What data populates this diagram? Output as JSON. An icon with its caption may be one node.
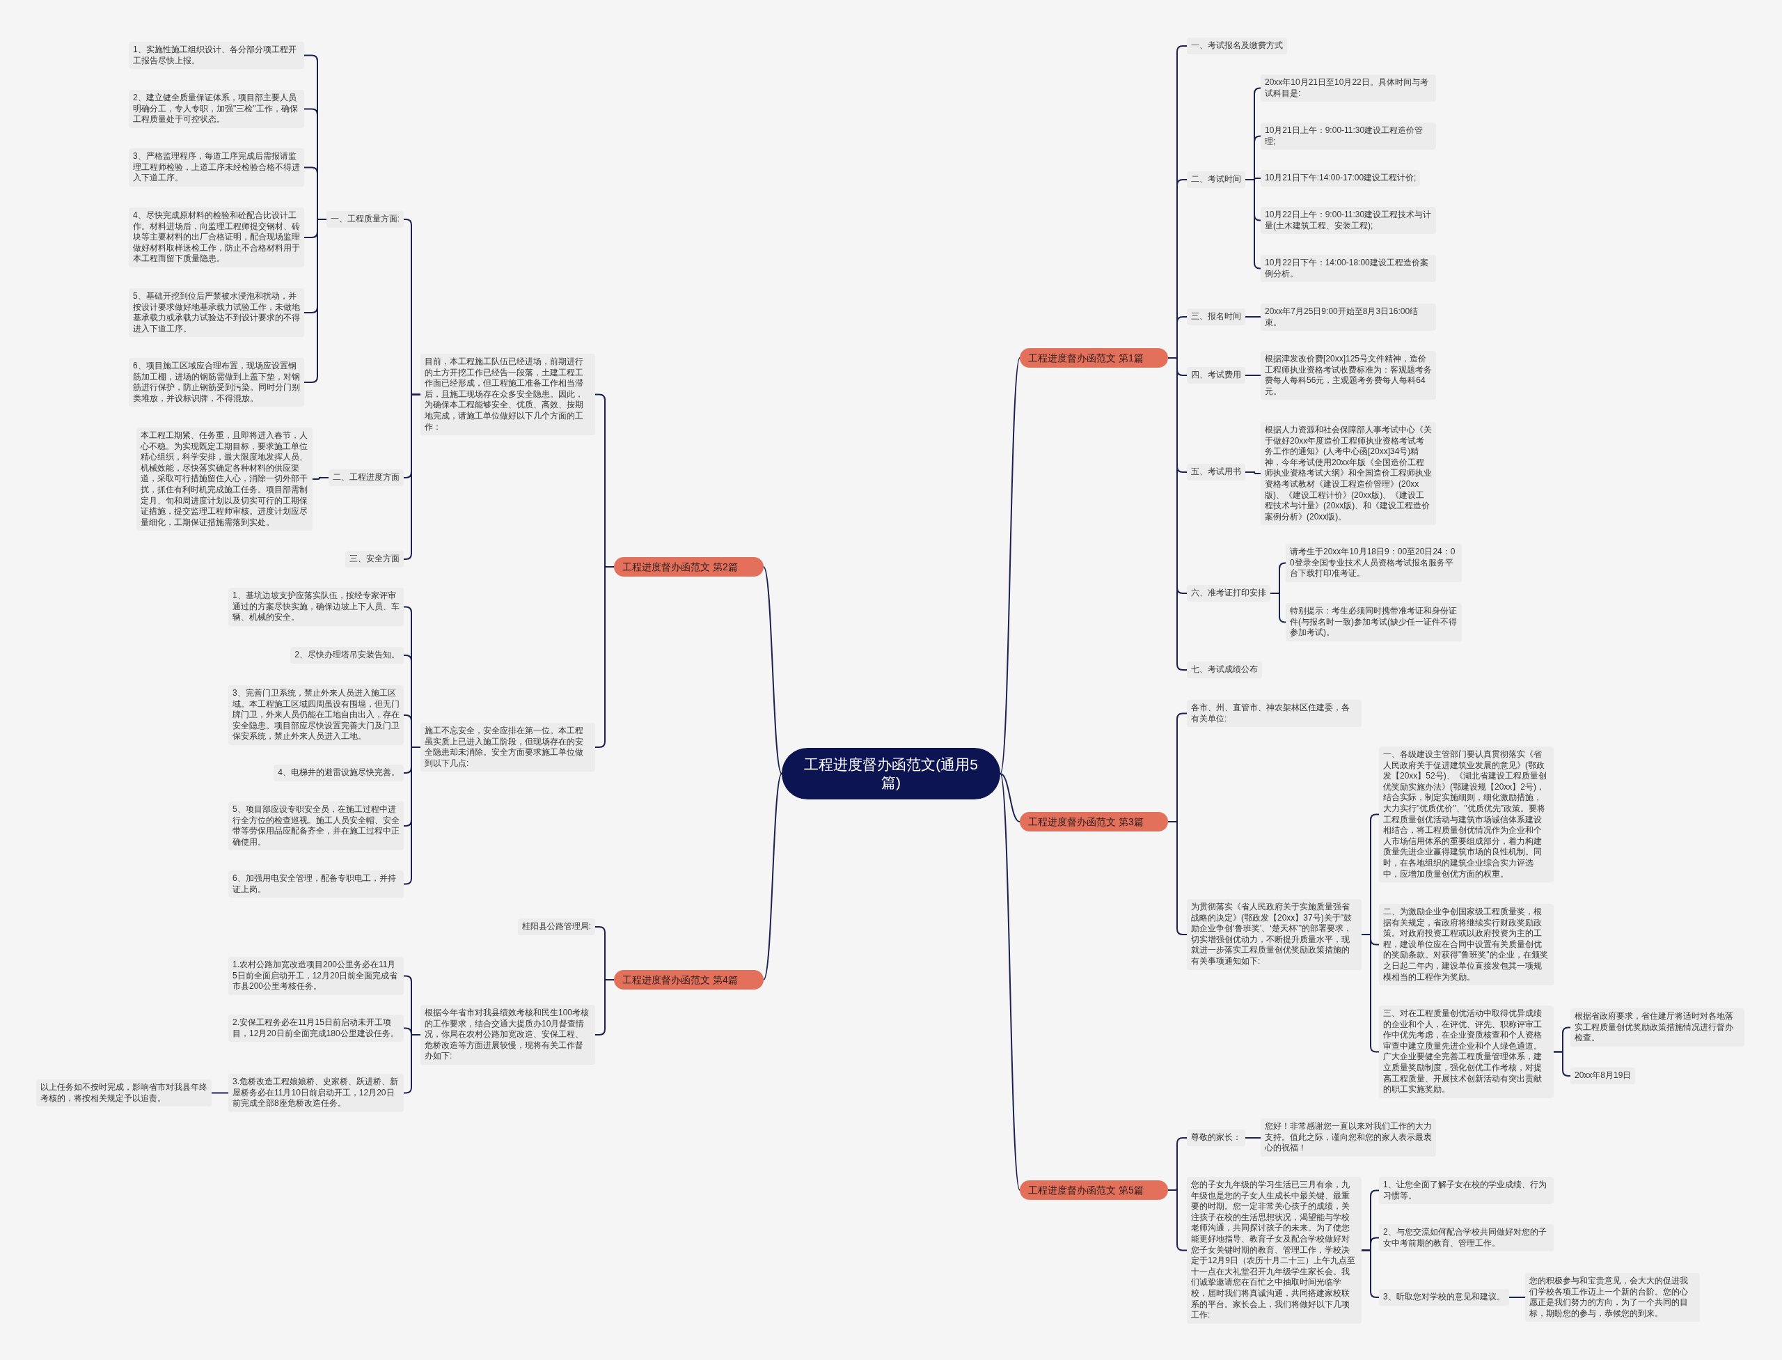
{
  "diagram": {
    "nodes": [
      {
        "text": [
          "工程进度督办函范文(通用5篇)"
        ]
      },
      {
        "text": [
          "工程进度督办函范文 第1篇"
        ]
      },
      {
        "text": [
          "一、考试报名及缴费方式"
        ]
      },
      {
        "text": [
          "二、考试时间"
        ]
      },
      {
        "text": [
          "20xx年10月21日至10月22日。具体时间与考试科目是:"
        ]
      },
      {
        "text": [
          "10月21日上午：9:00-11:30建设工程造价管理;"
        ]
      },
      {
        "text": [
          "10月21日下午:14:00-17:00建设工程计价;"
        ]
      },
      {
        "text": [
          "10月22日上午：9:00-11:30建设工程技术与计量(土木建筑工程、安装工程);"
        ]
      },
      {
        "text": [
          "10月22日下午：14:00-18:00建设工程造价案例分析。"
        ]
      },
      {
        "text": [
          "三、报名时间"
        ]
      },
      {
        "text": [
          "20xx年7月25日9:00开始至8月3日16:00结束。"
        ]
      },
      {
        "text": [
          "四、考试费用"
        ]
      },
      {
        "text": [
          "根据津发改价费[20xx]125号文件精神，造价工程师执业资格考试收费标准为：客观题考务费每人每科56元，主观题考务费每人每科64元。"
        ]
      },
      {
        "text": [
          "五、考试用书"
        ]
      },
      {
        "text": [
          "根据人力资源和社会保障部人事考试中心《关于做好20xx年度造价工程师执业资格考试考务工作的通知》(人考中心函[20xx]34号)精神，今年考试使用20xx年版《全国造价工程师执业资格考试大纲》和全国造价工程师执业资格考试教材《建设工程造价管理》(20xx版)、《建设工程计价》(20xx版)、《建设工程技术与计量》(20xx版)、和《建设工程造价案例分析》(20xx版)。"
        ]
      },
      {
        "text": [
          "六、准考证打印安排"
        ]
      },
      {
        "text": [
          "请考生于20xx年10月18日9：00至20日24：00登录全国专业技术人员资格考试报名服务平台下载打印准考证。"
        ]
      },
      {
        "text": [
          "特别提示：考生必须同时携带准考证和身份证件(与报名时一致)参加考试(缺少任一证件不得参加考试)。"
        ]
      },
      {
        "text": [
          "七、考试成绩公布"
        ]
      },
      {
        "text": [
          "工程进度督办函范文 第2篇"
        ]
      },
      {
        "text": [
          "目前，本工程施工队伍已经进场，前期进行的土方开挖工作已经告一段落，土建工程工作面已经形成，但工程施工准备工作相当滞后，且施工现场存在众多安全隐患。因此，为确保本工程能够安全、优质、高效、按期地完成，请施工单位做好以下几个方面的工作："
        ]
      },
      {
        "text": [
          "一、工程质量方面:"
        ]
      },
      {
        "text": [
          "1、实施性施工组织设计、各分部分项工程开工报告尽快上报。"
        ]
      },
      {
        "text": [
          "2、建立健全质量保证体系，项目部主要人员明确分工，专人专职，加强\"三检\"工作，确保工程质量处于可控状态。"
        ]
      },
      {
        "text": [
          "3、严格监理程序，每道工序完成后需报请监理工程师检验，上道工序未经检验合格不得进入下道工序。"
        ]
      },
      {
        "text": [
          "4、尽快完成原材料的检验和砼配合比设计工作。材料进场后，向监理工程师提交钢材、砖块等主要材料的出厂合格证明，配合现场监理做好材料取样送检工作，防止不合格材料用于本工程而留下质量隐患。"
        ]
      },
      {
        "text": [
          "5、基础开挖到位后严禁被水浸泡和扰动，并按设计要求做好地基承载力试验工作，未做地基承载力或承载力试验达不到设计要求的不得进入下道工序。"
        ]
      },
      {
        "text": [
          "6、项目施工区域应合理布置，现场应设置钢筋加工棚，进场的钢筋需做到上盖下垫，对钢筋进行保护，防止钢筋受到污染。同时分门别类堆放，并设标识牌，不得混放。"
        ]
      },
      {
        "text": [
          "二、工程进度方面"
        ]
      },
      {
        "text": [
          "本工程工期紧、任务重，且即将进入春节，人心不稳。为实现既定工期目标，要求施工单位精心组织，科学安排，最大限度地发挥人员、机械效能，尽快落实确定各种材料的供应渠道，采取可行措施留住人心，消除一切外部干扰，抓住有利时机完成施工任务。项目部需制定月、旬和周进度计划以及切实可行的工期保证措施，提交监理工程师审核。进度计划应尽量细化，工期保证措施需落到实处。"
        ]
      },
      {
        "text": [
          "三、安全方面"
        ]
      },
      {
        "text": [
          "施工不忘安全，安全应排在第一位。本工程虽实质上已进入施工阶段，但现场存在的安全隐患却未消除。安全方面要求施工单位做到以下几点:"
        ]
      },
      {
        "text": [
          "1、基坑边坡支护应落实队伍，按经专家评审通过的方案尽快实施，确保边坡上下人员、车辆、机械的安全。"
        ]
      },
      {
        "text": [
          "2、尽快办理塔吊安装告知。"
        ]
      },
      {
        "text": [
          "3、完善门卫系统，禁止外来人员进入施工区域。本工程施工区域四周虽设有围墙，但无门牌门卫，外来人员仍能在工地自由出入，存在安全隐患。项目部应尽快设置完善大门及门卫保安系统，禁止外来人员进入工地。"
        ]
      },
      {
        "text": [
          "4、电梯井的避雷设施尽快完善。"
        ]
      },
      {
        "text": [
          "5、项目部应设专职安全员，在施工过程中进行全方位的检查巡视。施工人员安全帽、安全带等劳保用品应配备齐全，并在施工过程中正确使用。"
        ]
      },
      {
        "text": [
          "6、加强用电安全管理，配备专职电工，并持证上岗。"
        ]
      },
      {
        "text": [
          "工程进度督办函范文 第3篇"
        ]
      },
      {
        "text": [
          "各市、州、直管市、神农架林区住建委，各有关单位:"
        ]
      },
      {
        "text": [
          "为贯彻落实《省人民政府关于实施质量强省战略的决定》(鄂政发【20xx】37号)关于\"鼓励企业争创‘鲁班奖’、‘楚天杯’\"的部署要求，切实增强创优动力，不断提升质量水平，现就进一步落实工程质量创优奖励政策措施的有关事项通知如下:"
        ]
      },
      {
        "text": [
          "一、各级建设主管部门要认真贯彻落实《省人民政府关于促进建筑业发展的意见》(鄂政发【20xx】52号)、《湖北省建设工程质量创优奖励实施办法》(鄂建设规【20xx】2号)，结合实际，制定实施细则，细化激励措施，大力实行\"优质优价\"、\"优质优先\"政策。要将工程质量创优活动与建筑市场诚信体系建设相结合，将工程质量创优情况作为企业和个人市场信用体系的重要组成部分，着力构建质量先进企业赢得建筑市场的良性机制。同时，在各地组织的建筑企业综合实力评选中，应增加质量创优方面的权重。"
        ]
      },
      {
        "text": [
          "二、为激励企业争创国家级工程质量奖，根据有关规定，省政府将继续实行财政奖励政策。对政府投资工程或以政府投资为主的工程，建设单位应在合同中设置有关质量创优的奖励条款。对获得\"鲁班奖\"的企业，在颁奖之日起二年内，建设单位直接发包其一项规模相当的工程作为奖励。"
        ]
      },
      {
        "text": [
          "三、对在工程质量创优活动中取得优异成绩的企业和个人，在评优、评先、职称评审工作中优先考虑，在企业资质核查和个人资格审查中建立质量先进企业和个人绿色通道。广大企业要健全完善工程质量管理体系，建立质量奖励制度，强化创优工作考核，对提高工程质量、开展技术创新活动有突出贡献的职工实施奖励。"
        ]
      },
      {
        "text": [
          "根据省政府要求，省住建厅将适时对各地落实工程质量创优奖励政策措施情况进行督办检查。"
        ]
      },
      {
        "text": [
          "20xx年8月19日"
        ]
      },
      {
        "text": [
          "工程进度督办函范文 第4篇"
        ]
      },
      {
        "text": [
          "桂阳县公路管理局:"
        ]
      },
      {
        "text": [
          "根据今年省市对我县绩效考核和民生100考核的工作要求，结合交通大提质办10月督查情况，你局在农村公路加宽改造、安保工程、危桥改造等方面进展较慢，现将有关工作督办如下:"
        ]
      },
      {
        "text": [
          "1.农村公路加宽改造项目200公里务必在11月5日前全面启动开工，12月20日前全面完成省市县200公里考核任务。"
        ]
      },
      {
        "text": [
          "2.安保工程务必在11月15日前启动未开工项目，12月20日前全面完成180公里建设任务。"
        ]
      },
      {
        "text": [
          "3.危桥改造工程娘娘桥、史家桥、跃进桥、新屋桥务必在11月10日前启动开工，12月20日前完成全部8座危桥改造任务。"
        ]
      },
      {
        "text": [
          "以上任务如不按时完成，影响省市对我县年终考核的，将按相关规定予以追责。"
        ]
      },
      {
        "text": [
          "工程进度督办函范文 第5篇"
        ]
      },
      {
        "text": [
          "尊敬的家长："
        ]
      },
      {
        "text": [
          "您好！非常感谢您一直以来对我们工作的大力支持。值此之际，谨向您和您的家人表示最衷心的祝福！"
        ]
      },
      {
        "text": [
          "您的子女九年级的学习生活已三月有余，九年级也是您的子女人生成长中最关键、最重要的时期。您一定非常关心孩子的成绩，关注孩子在校的生活思想状况，渴望能与学校老师沟通，共同探讨孩子的未来。为了使您能更好地指导、教育子女及配合学校做好对您子女关键时期的教育、管理工作，学校决定于12月9日（农历十月二十三）上午九点至十一点在大礼堂召开九年级学生家长会。我们诚挚邀请您在百忙之中抽取时间光临学校，届时我们将真诚沟通，共同搭建家校联系的平台。家长会上，我们将做好以下几项工作:"
        ]
      },
      {
        "text": [
          "1、让您全面了解子女在校的学业成绩、行为习惯等。"
        ]
      },
      {
        "text": [
          "2、与您交流如何配合学校共同做好对您的子女中考前期的教育、管理工作。"
        ]
      },
      {
        "text": [
          "3、听取您对学校的意见和建议。"
        ]
      },
      {
        "text": [
          "您的积极参与和宝贵意见，会大大的促进我们学校各项工作迈上一个新的台阶。您的心愿正是我们努力的方向，为了一个共同的目标，期盼您的参与，恭候您的到来。"
        ]
      }
    ],
    "edges": [
      {
        "from": 0,
        "to": 1,
        "arrow": "none"
      },
      {
        "from": 0,
        "to": 19,
        "arrow": "none"
      },
      {
        "from": 0,
        "to": 38,
        "arrow": "none"
      },
      {
        "from": 0,
        "to": 46,
        "arrow": "none"
      },
      {
        "from": 0,
        "to": 53,
        "arrow": "none"
      },
      {
        "from": 1,
        "to": 2,
        "arrow": "none"
      },
      {
        "from": 1,
        "to": 3,
        "arrow": "none"
      },
      {
        "from": 3,
        "to": 4,
        "arrow": "none"
      },
      {
        "from": 3,
        "to": 5,
        "arrow": "none"
      },
      {
        "from": 3,
        "to": 6,
        "arrow": "none"
      },
      {
        "from": 3,
        "to": 7,
        "arrow": "none"
      },
      {
        "from": 3,
        "to": 8,
        "arrow": "none"
      },
      {
        "from": 1,
        "to": 9,
        "arrow": "none"
      },
      {
        "from": 9,
        "to": 10,
        "arrow": "none"
      },
      {
        "from": 1,
        "to": 11,
        "arrow": "none"
      },
      {
        "from": 11,
        "to": 12,
        "arrow": "none"
      },
      {
        "from": 1,
        "to": 13,
        "arrow": "none"
      },
      {
        "from": 13,
        "to": 14,
        "arrow": "none"
      },
      {
        "from": 1,
        "to": 15,
        "arrow": "none"
      },
      {
        "from": 15,
        "to": 16,
        "arrow": "none"
      },
      {
        "from": 15,
        "to": 17,
        "arrow": "none"
      },
      {
        "from": 1,
        "to": 18,
        "arrow": "none"
      },
      {
        "from": 19,
        "to": 20,
        "arrow": "none"
      },
      {
        "from": 20,
        "to": 21,
        "arrow": "none"
      },
      {
        "from": 21,
        "to": 22,
        "arrow": "none"
      },
      {
        "from": 21,
        "to": 23,
        "arrow": "none"
      },
      {
        "from": 21,
        "to": 24,
        "arrow": "none"
      },
      {
        "from": 21,
        "to": 25,
        "arrow": "none"
      },
      {
        "from": 21,
        "to": 26,
        "arrow": "none"
      },
      {
        "from": 21,
        "to": 27,
        "arrow": "none"
      },
      {
        "from": 20,
        "to": 28,
        "arrow": "none"
      },
      {
        "from": 28,
        "to": 29,
        "arrow": "none"
      },
      {
        "from": 20,
        "to": 30,
        "arrow": "none"
      },
      {
        "from": 19,
        "to": 31,
        "arrow": "none"
      },
      {
        "from": 31,
        "to": 32,
        "arrow": "none"
      },
      {
        "from": 31,
        "to": 33,
        "arrow": "none"
      },
      {
        "from": 31,
        "to": 34,
        "arrow": "none"
      },
      {
        "from": 31,
        "to": 35,
        "arrow": "none"
      },
      {
        "from": 31,
        "to": 36,
        "arrow": "none"
      },
      {
        "from": 31,
        "to": 37,
        "arrow": "none"
      },
      {
        "from": 38,
        "to": 39,
        "arrow": "none"
      },
      {
        "from": 38,
        "to": 40,
        "arrow": "none"
      },
      {
        "from": 40,
        "to": 41,
        "arrow": "none"
      },
      {
        "from": 40,
        "to": 42,
        "arrow": "none"
      },
      {
        "from": 40,
        "to": 43,
        "arrow": "none"
      },
      {
        "from": 43,
        "to": 44,
        "arrow": "none"
      },
      {
        "from": 43,
        "to": 45,
        "arrow": "none"
      },
      {
        "from": 46,
        "to": 47,
        "arrow": "none"
      },
      {
        "from": 46,
        "to": 48,
        "arrow": "none"
      },
      {
        "from": 48,
        "to": 49,
        "arrow": "none"
      },
      {
        "from": 48,
        "to": 50,
        "arrow": "none"
      },
      {
        "from": 48,
        "to": 51,
        "arrow": "none"
      },
      {
        "from": 51,
        "to": 52,
        "arrow": "none"
      },
      {
        "from": 53,
        "to": 54,
        "arrow": "none"
      },
      {
        "from": 54,
        "to": 55,
        "arrow": "none"
      },
      {
        "from": 53,
        "to": 56,
        "arrow": "none"
      },
      {
        "from": 56,
        "to": 57,
        "arrow": "none"
      },
      {
        "from": 56,
        "to": 58,
        "arrow": "none"
      },
      {
        "from": 56,
        "to": 59,
        "arrow": "none"
      },
      {
        "from": 59,
        "to": 60,
        "arrow": "none"
      }
    ]
  }
}
